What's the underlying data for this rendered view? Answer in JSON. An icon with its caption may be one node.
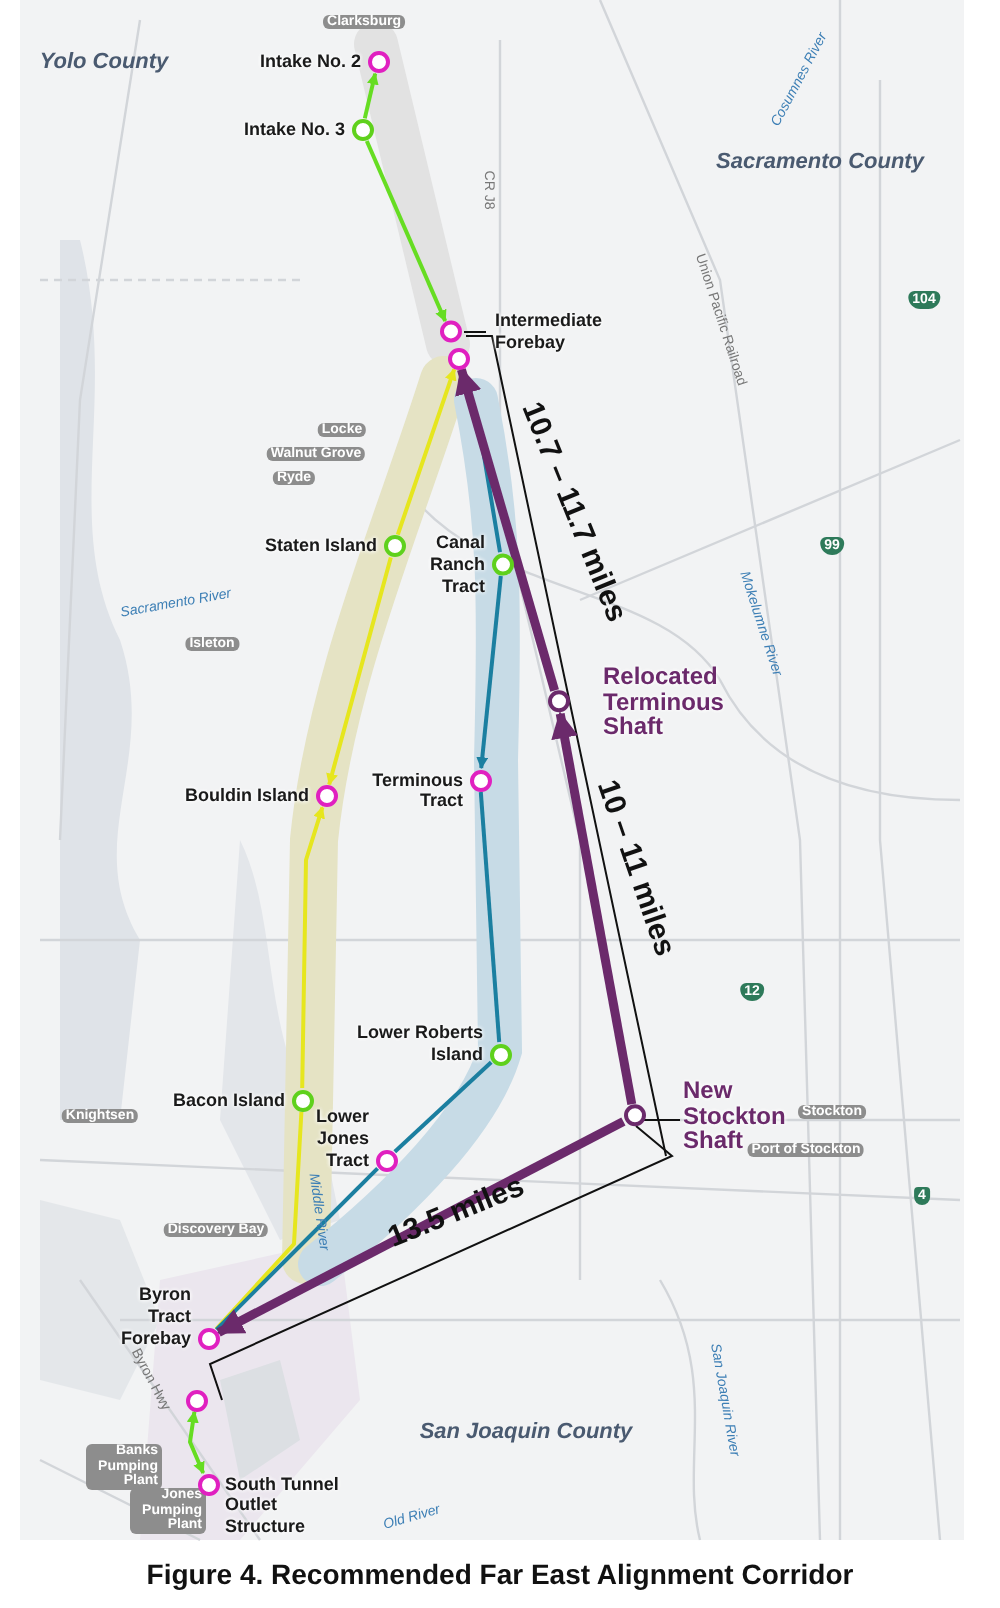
{
  "diagram": {
    "caption": "Figure 4. Recommended Far East Alignment Corridor",
    "nodes": [
      {
        "text": [
          "Intake No. 2"
        ]
      },
      {
        "text": [
          "Intake No. 3"
        ]
      },
      {
        "text": [
          "Intermediate Forebay"
        ]
      },
      {
        "text": [],
        "shape": "circle"
      },
      {
        "text": [
          "Staten Island"
        ]
      },
      {
        "text": [
          "Canal Ranch Tract"
        ]
      },
      {
        "text": [
          "Relocated Terminous Shaft"
        ]
      },
      {
        "text": [
          "Bouldin Island"
        ]
      },
      {
        "text": [
          "Terminous Tract"
        ]
      },
      {
        "text": [
          "Lower Roberts Island"
        ]
      },
      {
        "text": [
          "New Stockton Shaft"
        ]
      },
      {
        "text": [
          "Bacon Island"
        ]
      },
      {
        "text": [
          "Lower Jones Tract"
        ]
      },
      {
        "text": [
          "Byron Tract Forebay"
        ]
      },
      {
        "text": [],
        "shape": "circle"
      },
      {
        "text": [
          "South Tunnel Outlet Structure"
        ]
      }
    ],
    "edges": [
      {
        "from": 1,
        "to": 0,
        "arrow": "to",
        "color": "#66dd22"
      },
      {
        "from": 1,
        "to": 2,
        "arrow": "to",
        "color": "#66dd22"
      },
      {
        "from": 4,
        "to": 3,
        "arrow": "to",
        "color": "#e6e61e"
      },
      {
        "from": 4,
        "to": 7,
        "arrow": "to",
        "color": "#e6e61e"
      },
      {
        "from": 11,
        "to": 7,
        "arrow": "to",
        "color": "#e6e61e"
      },
      {
        "from": 11,
        "to": 13,
        "arrow": "none",
        "color": "#e6e61e"
      },
      {
        "from": 5,
        "to": 3,
        "arrow": "to",
        "color": "#1b7fa0"
      },
      {
        "from": 5,
        "to": 8,
        "arrow": "to",
        "color": "#1b7fa0"
      },
      {
        "from": 9,
        "to": 8,
        "arrow": "none",
        "color": "#1b7fa0"
      },
      {
        "from": 9,
        "to": 12,
        "arrow": "none",
        "color": "#1b7fa0"
      },
      {
        "from": 12,
        "to": 13,
        "arrow": "none",
        "color": "#1b7fa0"
      },
      {
        "from": 6,
        "to": 3,
        "arrow": "to",
        "style": "thick",
        "color": "#6b2a6b"
      },
      {
        "from": 10,
        "to": 6,
        "arrow": "to",
        "style": "thick",
        "color": "#6b2a6b"
      },
      {
        "from": 10,
        "to": 13,
        "arrow": "to",
        "style": "thick",
        "color": "#6b2a6b"
      },
      {
        "from": 14,
        "to": 15,
        "arrow": "both",
        "color": "#66dd22"
      }
    ],
    "labels": [
      "Clarksburg",
      "Yolo County",
      "Cosumnes River",
      "Sacramento County",
      "CR J8",
      "Union Pacific Railroad",
      "104",
      "Locke",
      "Walnut Grove",
      "Ryde",
      "10.7 – 11.7 miles",
      "99",
      "Sacramento River",
      "Isleton",
      "Mokelumne River",
      "10 – 11 miles",
      "12",
      "Knightsen",
      "Middle River",
      "Stockton",
      "Port of Stockton",
      "4",
      "Discovery Bay",
      "13.5 miles",
      "Byron Hwy",
      "San Joaquin County",
      "San Joaquin River",
      "Banks Pumping Plant",
      "Jones Pumping Plant",
      "Old River"
    ]
  }
}
